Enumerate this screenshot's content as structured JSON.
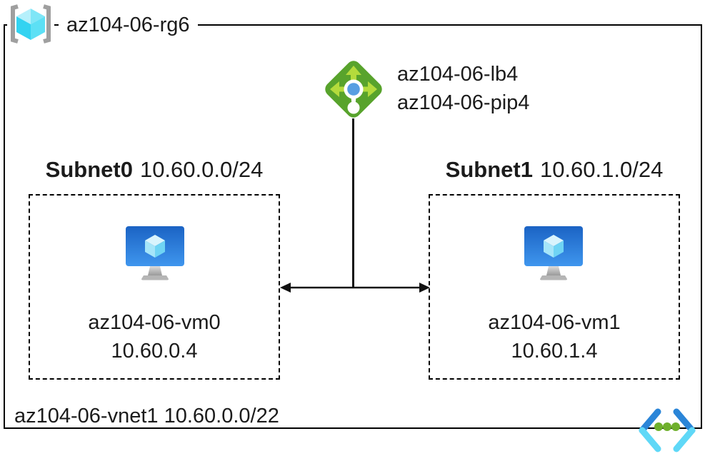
{
  "resource_group": {
    "name": "az104-06-rg6"
  },
  "load_balancer": {
    "name": "az104-06-lb4",
    "public_ip": "az104-06-pip4"
  },
  "virtual_network": {
    "label": "az104-06-vnet1 10.60.0.0/22"
  },
  "subnets": [
    {
      "name": "Subnet0",
      "cidr": "10.60.0.0/24",
      "vm": {
        "name": "az104-06-vm0",
        "ip": "10.60.0.4"
      }
    },
    {
      "name": "Subnet1",
      "cidr": "10.60.1.0/24",
      "vm": {
        "name": "az104-06-vm1",
        "ip": "10.60.1.4"
      }
    }
  ],
  "icons": {
    "resource_group": "resource-group-brackets-cube-icon",
    "load_balancer": "load-balancer-green-diamond-icon",
    "virtual_machine": "virtual-machine-monitor-icon",
    "virtual_network": "virtual-network-chevrons-icon"
  },
  "colors": {
    "lb_diamond_green": "#58a32c",
    "lb_arrow_green": "#b4db3c",
    "lb_center_blue": "#579ee2",
    "rg_bracket_gray": "#9f9f9f",
    "cube_light_cyan": "#b6f0fb",
    "cube_cyan": "#7fe6f7",
    "cube_deep_cyan": "#33d3f1",
    "cube_mid_cyan": "#5de0f5",
    "vnet_chevron_blue": "#2a85d8",
    "vnet_chevron_cyan": "#5fd8f7",
    "vnet_dot_green": "#6fb02c",
    "line_black": "#111111"
  }
}
